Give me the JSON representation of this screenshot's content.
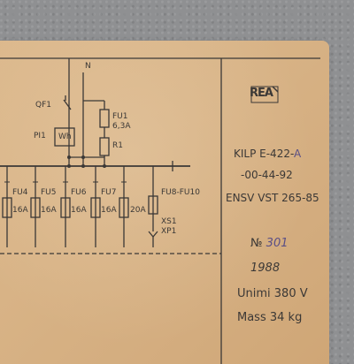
{
  "logo": {
    "text": "REA"
  },
  "schematic": {
    "n_label": "N",
    "qf1_label": "QF1",
    "pi1_label": "PI1",
    "wh_label": "Wh",
    "fu1_label": "FU1",
    "fu1_rating": "6,3A",
    "r1_label": "R1",
    "fuses": [
      {
        "label": "FU4",
        "rating": "16A"
      },
      {
        "label": "FU5",
        "rating": "16A"
      },
      {
        "label": "FU6",
        "rating": "16A"
      },
      {
        "label": "FU7",
        "rating": "16A"
      },
      {
        "label": "",
        "rating": "20A"
      }
    ],
    "fu_range_label": "FU8-FU10",
    "xs1_label": "XS1",
    "xp1_label": "XP1"
  },
  "info": {
    "model_prefix": "KILP E-422-",
    "model_suffix": "A",
    "code": "-00-44-92",
    "standard": "ENSV VST 265-85",
    "number_label": "№",
    "number_value": "301",
    "year": "1988",
    "voltage": "Unimi 380 V",
    "mass": "Mass 34 kg"
  },
  "colors": {
    "plate": "#d8b386",
    "ink": "#3b3836",
    "handwriting": "#5a4f86",
    "concrete": "#8f9092"
  }
}
